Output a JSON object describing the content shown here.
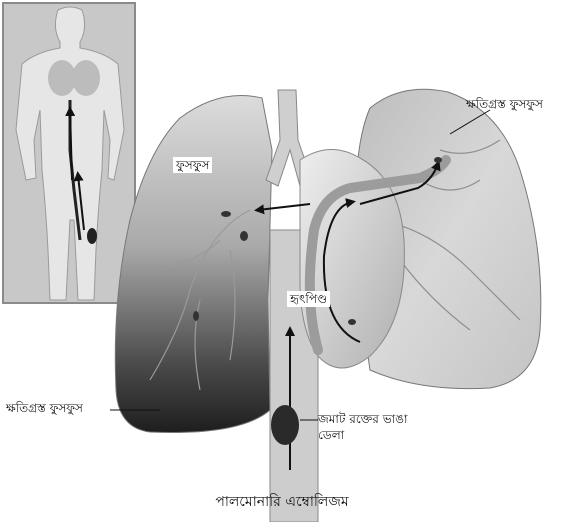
{
  "labels": {
    "lung": "ফুসফুস",
    "damaged_lung_top": "ক্ষতিগ্রস্ত ফুসফুস",
    "damaged_lung_bottom": "ক্ষতিগ্রস্ত ফুসফুস",
    "heart": "হৃৎপিণ্ড",
    "clot": "জমাট রক্তের ভাঙা ডেলা",
    "title": "পালমোনারি এম্বোলিজম"
  },
  "colors": {
    "lung_light": "#d9d9d9",
    "lung_dark": "#2e2e2e",
    "vessel": "#bfbfbf",
    "arrow": "#1a1a1a",
    "inset_border": "#8a8a8a"
  }
}
